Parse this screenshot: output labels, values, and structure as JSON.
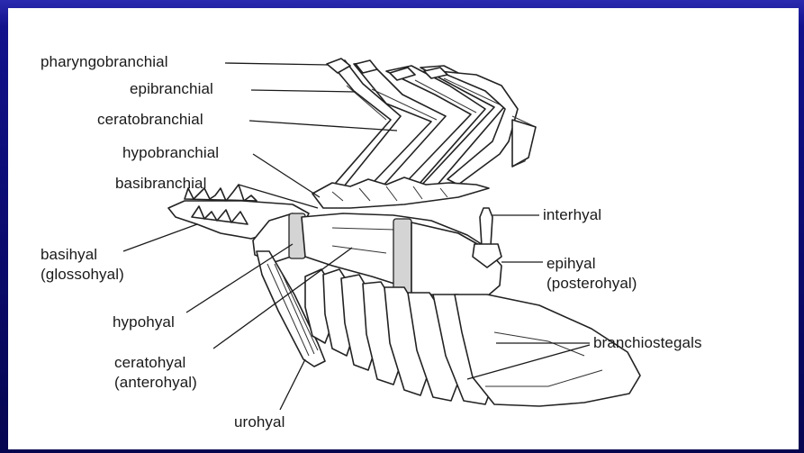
{
  "labels": {
    "pharyngobranchial": "pharyngobranchial",
    "epibranchial": "epibranchial",
    "ceratobranchial": "ceratobranchial",
    "hypobranchial": "hypobranchial",
    "basibranchial": "basibranchial",
    "basihyal_1": "basihyal",
    "basihyal_2": "(glossohyal)",
    "hypohyal": "hypohyal",
    "ceratohyal_1": "ceratohyal",
    "ceratohyal_2": "(anterohyal)",
    "urohyal": "urohyal",
    "interhyal": "interhyal",
    "epihyal_1": "epihyal",
    "epihyal_2": "(posterohyal)",
    "branchiostegals": "branchiostegals"
  },
  "colors": {
    "frame": "#0a0a6a",
    "panel": "#ffffff",
    "ink": "#1a1a1a"
  }
}
